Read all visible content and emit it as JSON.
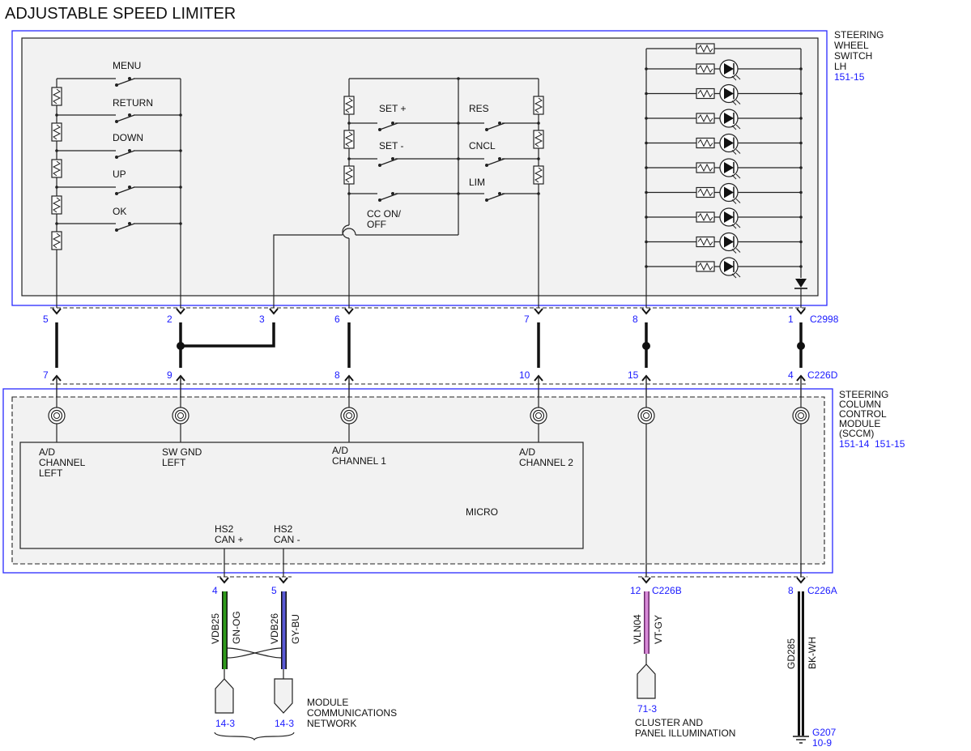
{
  "title": "ADJUSTABLE SPEED LIMITER",
  "swlh": {
    "name": [
      "STEERING",
      "WHEEL",
      "SWITCH",
      "LH"
    ],
    "ref": "151-15",
    "left_switches": [
      "MENU",
      "RETURN",
      "DOWN",
      "UP",
      "OK"
    ],
    "center_switches_left": [
      "SET +",
      "SET -"
    ],
    "center_switches_right": [
      "RES",
      "CNCL",
      "LIM"
    ],
    "cc_on_off": [
      "CC ON/",
      "OFF"
    ]
  },
  "c2998": {
    "label": "C2998",
    "pins": [
      "5",
      "2",
      "3",
      "6",
      "7",
      "8",
      "1"
    ]
  },
  "c226d": {
    "label": "C226D",
    "pins": [
      "7",
      "9",
      "8",
      "10",
      "15",
      "4"
    ]
  },
  "sccm": {
    "name": [
      "STEERING",
      "COLUMN",
      "CONTROL",
      "MODULE",
      "(SCCM)"
    ],
    "refs": [
      "151-14",
      "151-15"
    ],
    "inputs": [
      [
        "A/D",
        "CHANNEL",
        "LEFT"
      ],
      [
        "SW GND",
        "LEFT"
      ],
      [
        "A/D",
        "CHANNEL 1"
      ],
      [
        "A/D",
        "CHANNEL 2"
      ]
    ],
    "micro": "MICRO",
    "can_hi": [
      "HS2",
      "CAN +"
    ],
    "can_lo": [
      "HS2",
      "CAN -"
    ]
  },
  "c226b": {
    "label": "C226B",
    "pin": "12"
  },
  "c226a": {
    "label": "C226A",
    "pin": "8"
  },
  "wires": [
    {
      "pin": "4",
      "circuit": "VDB25",
      "color": "GN-OG",
      "stripe": "#2e9a1a"
    },
    {
      "pin": "5",
      "circuit": "VDB26",
      "color": "GY-BU",
      "stripe": "#5a5ad6"
    },
    {
      "circuit": "VLN04",
      "color": "VT-GY",
      "stripe": "#d88ad8"
    },
    {
      "circuit": "GD285",
      "color": "BK-WH",
      "stripe": "#111111"
    }
  ],
  "refs_bottom": {
    "net_a": "14-3",
    "net_b": "14-3",
    "network": [
      "MODULE",
      "COMMUNICATIONS",
      "NETWORK"
    ],
    "cluster_ref": "71-3",
    "cluster": [
      "CLUSTER AND",
      "PANEL ILLUMINATION"
    ],
    "ground": "G207",
    "ground_ref": "10-9"
  }
}
